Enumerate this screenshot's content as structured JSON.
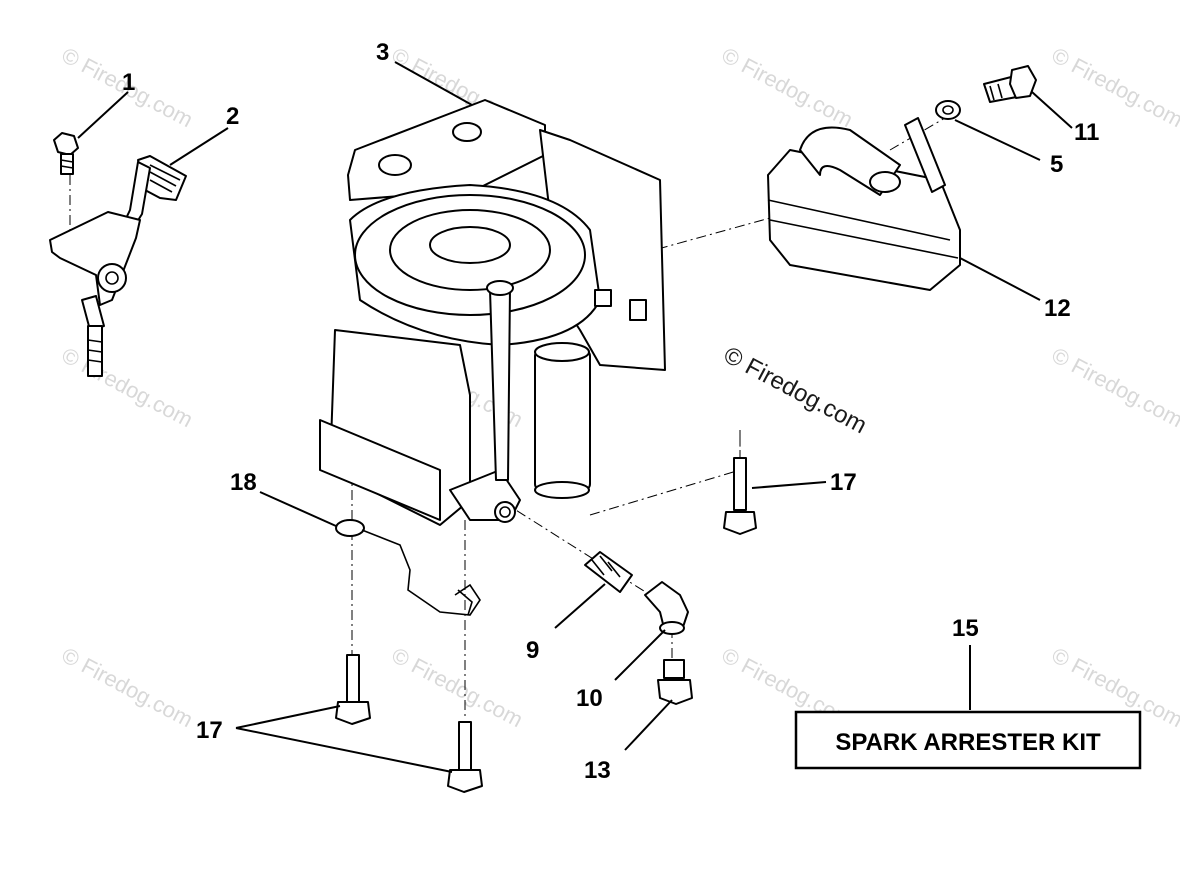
{
  "callouts": {
    "c1": "1",
    "c2": "2",
    "c3": "3",
    "c5": "5",
    "c9": "9",
    "c10": "10",
    "c11": "11",
    "c12": "12",
    "c13": "13",
    "c15": "15",
    "c17a": "17",
    "c17b": "17",
    "c18": "18"
  },
  "kit_label": "SPARK ARRESTER KIT",
  "watermark": {
    "main": "© Firedog.com",
    "faint": "© Firedog.com"
  }
}
